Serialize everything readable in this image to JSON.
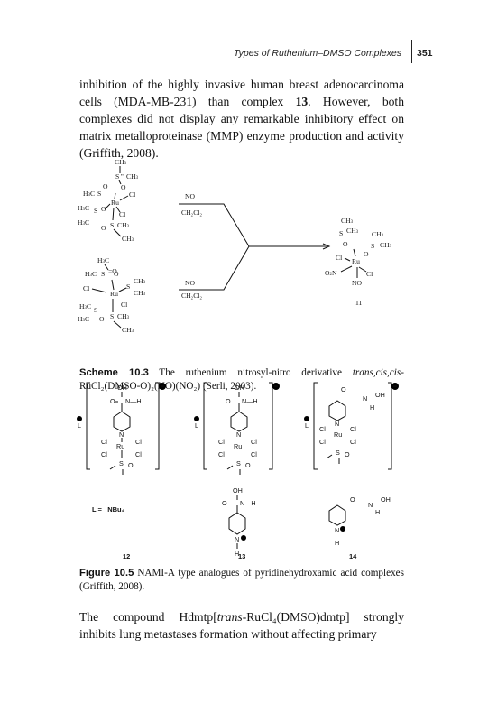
{
  "header": {
    "running_title": "Types of Ruthenium–DMSO Complexes",
    "page_number": "351"
  },
  "para1": {
    "text_a": "inhibition of the highly invasive human breast adenocarcinoma cells (MDA-MB-231) than complex ",
    "ref": "13",
    "text_b": ". However, both complexes did not display any remarkable inhibitory effect on matrix metalloproteinase (MMP) enzyme production and activity (Griffith, 2008)."
  },
  "scheme": {
    "reagent_no": "NO",
    "solvent": "CH₂Cl₂",
    "product_number": "11",
    "caption_label": "Scheme 10.3",
    "caption_text_a": " The ruthenium nitrosyl-nitro derivative ",
    "caption_italic": "trans,cis,cis",
    "caption_text_b": "-RuCl₂(DMSO-O)₂(NO)(NO₂) (Serli, 2003)."
  },
  "figure": {
    "compound_numbers": [
      "12",
      "13",
      "14"
    ],
    "counterion_label": "L =",
    "counterion": "NBu₄",
    "caption_label": "Figure 10.5",
    "caption_text": " NAMI-A type analogues of pyridinehydroxamic acid complexes (Griffith, 2008)."
  },
  "para2": {
    "text_a": "The compound Hdmtp[",
    "italic": "trans",
    "text_b": "-RuCl₄(DMSO)dmtp] strongly inhibits lung metastases formation without affecting primary"
  }
}
